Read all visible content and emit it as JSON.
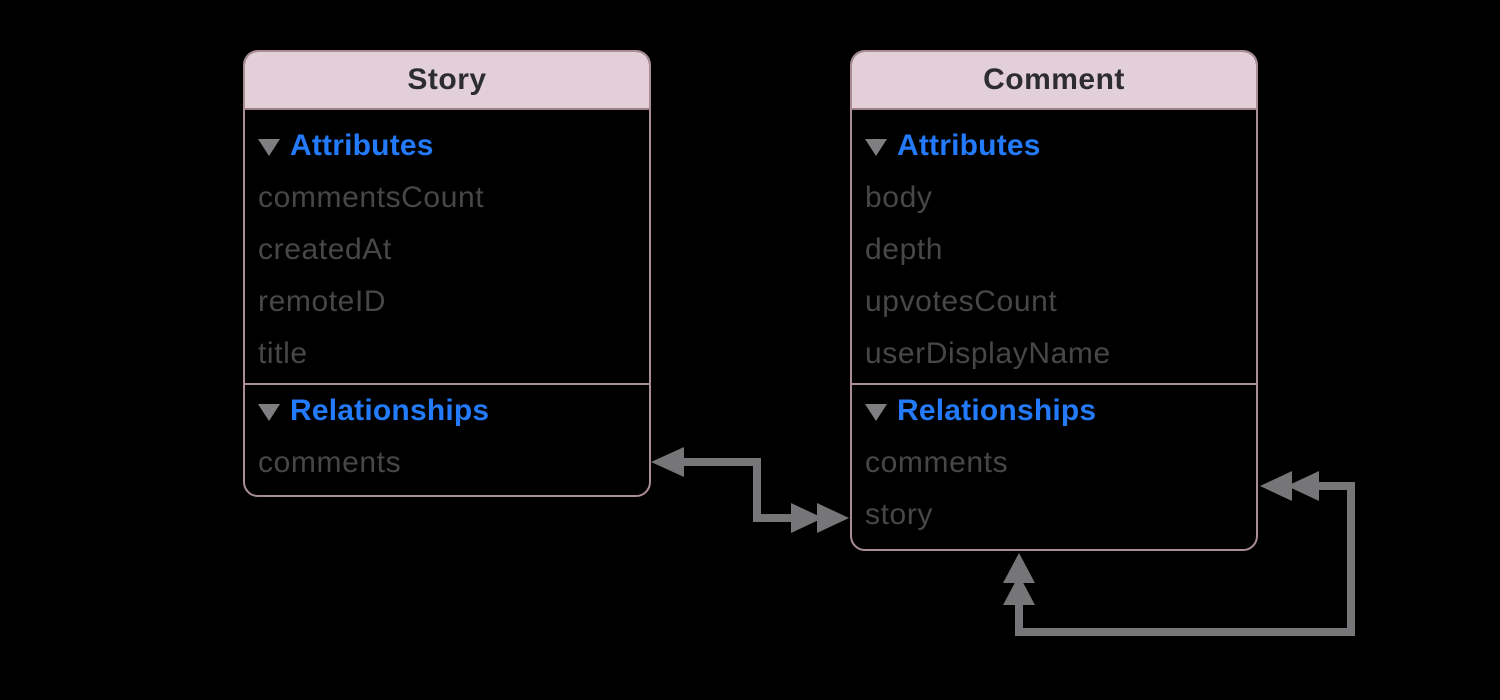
{
  "diagram": {
    "background_color": "#000000",
    "entities": [
      {
        "name": "Story",
        "attributes_section_label": "Attributes",
        "relationships_section_label": "Relationships",
        "attributes": [
          "commentsCount",
          "createdAt",
          "remoteID",
          "title"
        ],
        "relationships": [
          "comments"
        ]
      },
      {
        "name": "Comment",
        "attributes_section_label": "Attributes",
        "relationships_section_label": "Relationships",
        "attributes": [
          "body",
          "depth",
          "upvotesCount",
          "userDisplayName"
        ],
        "relationships": [
          "comments",
          "story"
        ]
      }
    ],
    "connectors": [
      {
        "id": "story-comment",
        "between": [
          "Story",
          "Comment"
        ],
        "story_end": "single-arrowhead",
        "comment_end": "double-arrowhead"
      },
      {
        "id": "comment-self-loop",
        "between": [
          "Comment",
          "Comment"
        ],
        "right_edge_end": "double-arrowhead",
        "bottom_edge_end": "double-arrowhead"
      }
    ],
    "colors": {
      "background": "#000000",
      "entity_header_fill": "#e3cfd8",
      "entity_border": "#aa8c96",
      "entity_title_text": "#2d2d30",
      "section_label_text": "#237afa",
      "attribute_text": "#47474a",
      "disclosure_triangle": "#7f7f82",
      "arrow": "#767678"
    }
  }
}
